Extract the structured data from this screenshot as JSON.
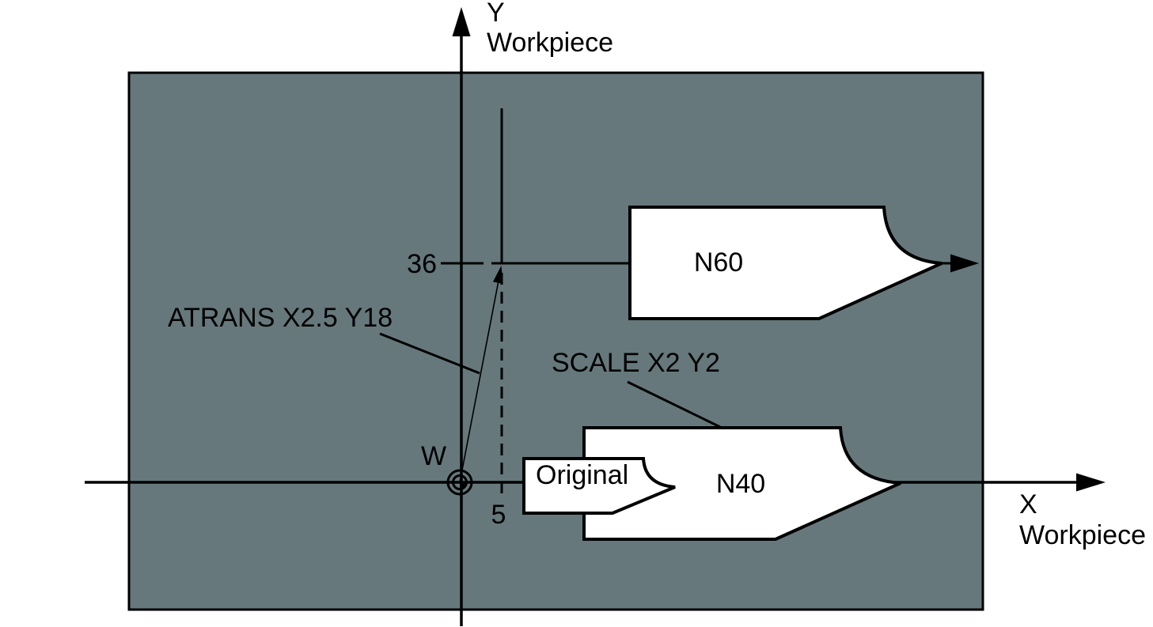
{
  "colors": {
    "workpiece_fill": "#66787b",
    "outline": "#000000",
    "shape_fill": "#ffffff",
    "page_background": "#ffffff"
  },
  "axes": {
    "y": {
      "name": "Y",
      "sub": "Workpiece"
    },
    "x": {
      "name": "X",
      "sub": "Workpiece"
    }
  },
  "origin": {
    "label": "W"
  },
  "dimensions": {
    "y_value": "36",
    "x_value": "5"
  },
  "commands": {
    "atrans": "ATRANS X2.5 Y18",
    "scale": "SCALE X2 Y2"
  },
  "blocks": {
    "n60": "N60",
    "n40": "N40",
    "original": "Original"
  }
}
